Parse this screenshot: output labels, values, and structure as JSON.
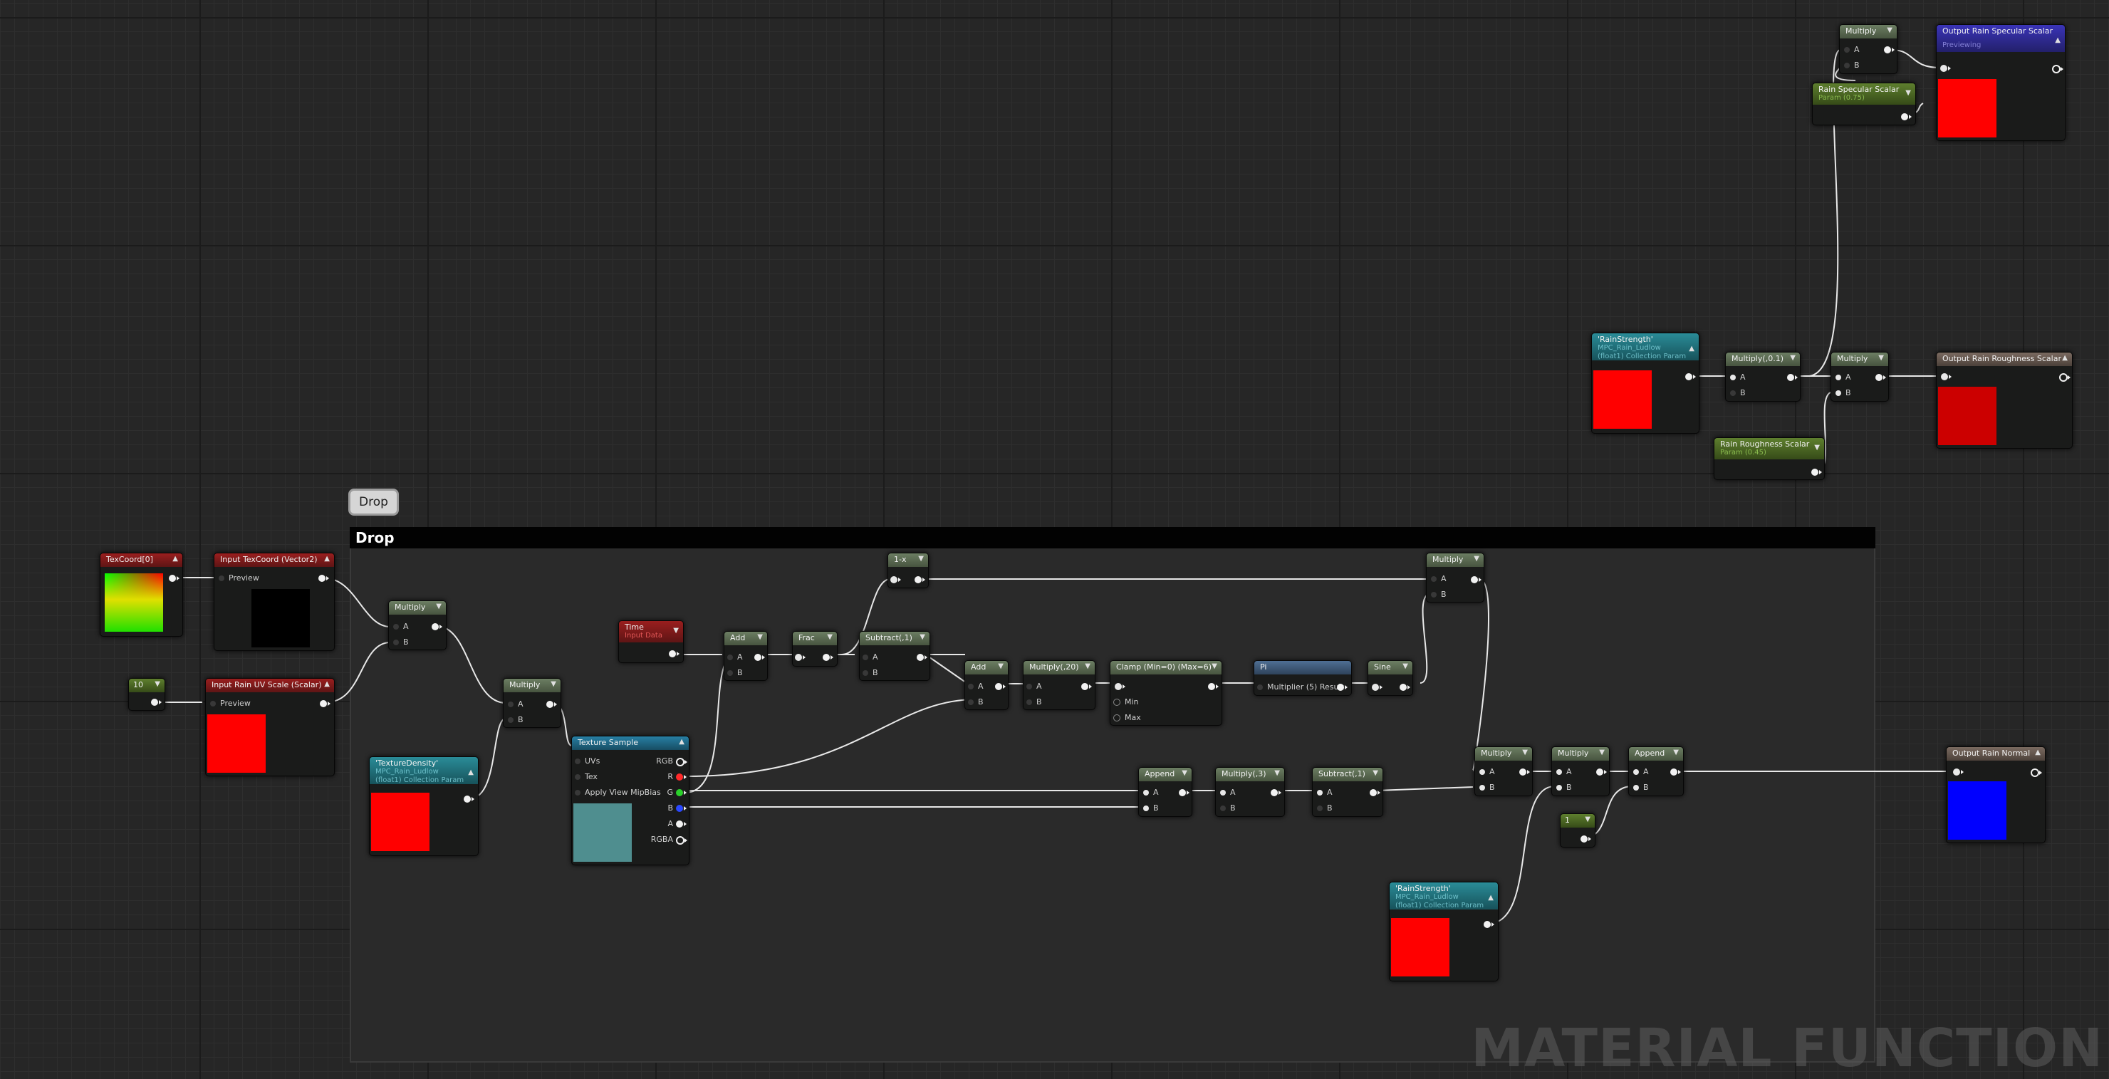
{
  "comment": {
    "bubble": "Drop",
    "title": "Drop"
  },
  "watermark": "MATERIAL FUNCTION",
  "nodes": {
    "texcoord": {
      "title": "TexCoord[0]"
    },
    "input_texcoord": {
      "title": "Input TexCoord (Vector2)",
      "pin": "Preview"
    },
    "const_10": {
      "title": "10"
    },
    "input_uv_scale": {
      "title": "Input Rain UV Scale (Scalar)",
      "pin": "Preview"
    },
    "multiply_1": {
      "title": "Multiply",
      "pins": [
        "A",
        "B"
      ]
    },
    "multiply_2": {
      "title": "Multiply",
      "pins": [
        "A",
        "B"
      ]
    },
    "texture_density": {
      "title": "'TextureDensity'",
      "sub1": "MPC_Rain_Ludlow",
      "sub2": "(float1) Collection Param"
    },
    "texture_sample": {
      "title": "Texture Sample",
      "pins": [
        "UVs",
        "Tex",
        "Apply View MipBias"
      ],
      "outs": [
        "RGB",
        "R",
        "G",
        "B",
        "A",
        "RGBA"
      ]
    },
    "time": {
      "title": "Time",
      "sub": "Input Data"
    },
    "add_1": {
      "title": "Add",
      "pins": [
        "A",
        "B"
      ]
    },
    "frac": {
      "title": "Frac"
    },
    "subtract_1": {
      "title": "Subtract(,1)",
      "pins": [
        "A",
        "B"
      ]
    },
    "one_minus": {
      "title": "1-x"
    },
    "add_2": {
      "title": "Add",
      "pins": [
        "A",
        "B"
      ]
    },
    "multiply_20": {
      "title": "Multiply(,20)",
      "pins": [
        "A",
        "B"
      ]
    },
    "clamp": {
      "title": "Clamp (Min=0) (Max=6)",
      "pins": [
        "",
        "Min",
        "Max"
      ]
    },
    "pi": {
      "title": "Pi",
      "pin": "Multiplier (5) Result"
    },
    "sine": {
      "title": "Sine"
    },
    "multiply_top": {
      "title": "Multiply",
      "pins": [
        "A",
        "B"
      ]
    },
    "append_1": {
      "title": "Append",
      "pins": [
        "A",
        "B"
      ]
    },
    "multiply_3": {
      "title": "Multiply(,3)",
      "pins": [
        "A",
        "B"
      ]
    },
    "subtract_2": {
      "title": "Subtract(,1)",
      "pins": [
        "A",
        "B"
      ]
    },
    "multiply_4": {
      "title": "Multiply",
      "pins": [
        "A",
        "B"
      ]
    },
    "multiply_5": {
      "title": "Multiply",
      "pins": [
        "A",
        "B"
      ]
    },
    "append_2": {
      "title": "Append",
      "pins": [
        "A",
        "B"
      ]
    },
    "const_1": {
      "title": "1"
    },
    "rain_strength_bottom": {
      "title": "'RainStrength'",
      "sub1": "MPC_Rain_Ludlow",
      "sub2": "(float1) Collection Param"
    },
    "output_normal": {
      "title": "Output Rain Normal"
    },
    "rain_strength_top": {
      "title": "'RainStrength'",
      "sub1": "MPC_Rain_Ludlow",
      "sub2": "(float1) Collection Param"
    },
    "multiply_09": {
      "title": "Multiply(,0.1)",
      "pins": [
        "A",
        "B"
      ]
    },
    "multiply_rough": {
      "title": "Multiply",
      "pins": [
        "A",
        "B"
      ]
    },
    "rain_roughness": {
      "title": "Rain Roughness Scalar",
      "sub": "Param (0.45)"
    },
    "output_roughness": {
      "title": "Output Rain Roughness Scalar"
    },
    "multiply_spec": {
      "title": "Multiply",
      "pins": [
        "A",
        "B"
      ]
    },
    "rain_specular": {
      "title": "Rain Specular Scalar",
      "sub": "Param (0.75)"
    },
    "output_specular": {
      "title": "Output Rain Specular Scalar",
      "sub": "Previewing"
    }
  },
  "colors": {
    "preview_red": "#ff0000",
    "preview_blue": "#0000ff",
    "preview_teal": "#4f8e8f",
    "preview_black": "#000000",
    "pin_red": "#ff2a2a",
    "pin_green": "#2ad12a",
    "pin_blue": "#2a48ff"
  }
}
